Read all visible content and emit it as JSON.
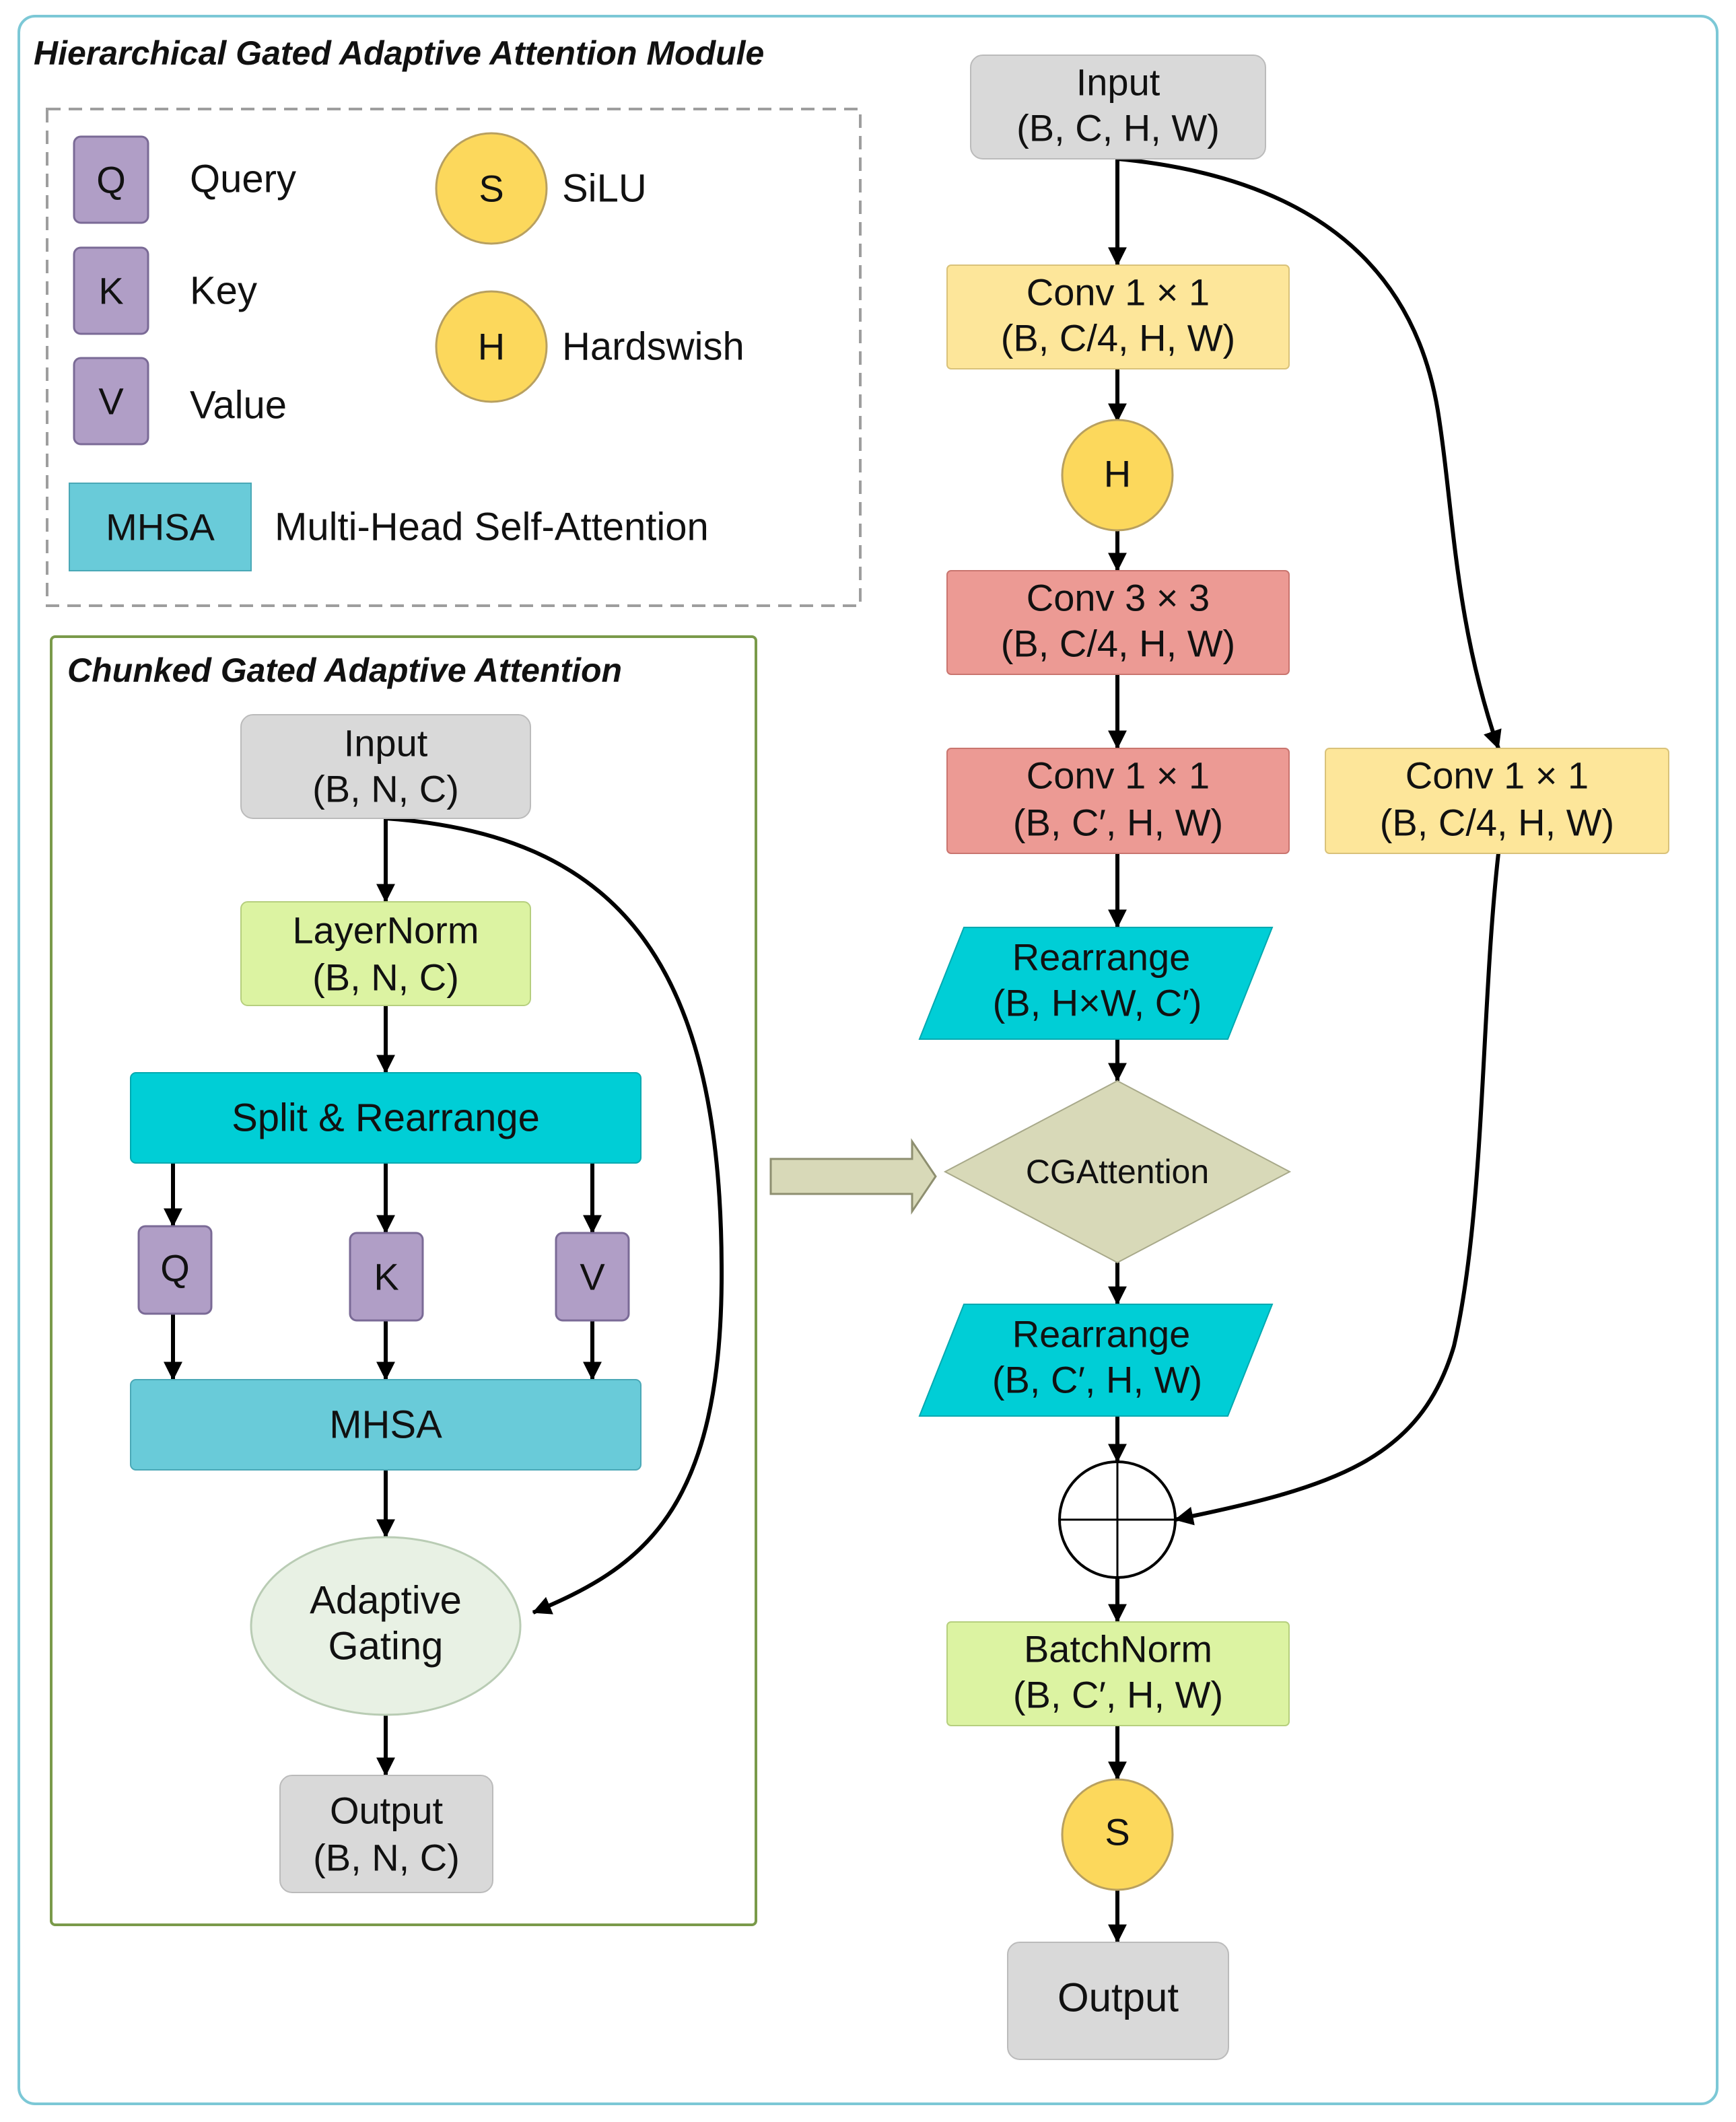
{
  "module_title": "Hierarchical Gated Adaptive Attention Module",
  "legend": {
    "query_symbol": "Q",
    "query_label": "Query",
    "key_symbol": "K",
    "key_label": "Key",
    "value_symbol": "V",
    "value_label": "Value",
    "silu_symbol": "S",
    "silu_label": "SiLU",
    "hardswish_symbol": "H",
    "hardswish_label": "Hardswish",
    "mhsa_symbol": "MHSA",
    "mhsa_label": "Multi-Head Self-Attention"
  },
  "cga": {
    "title": "Chunked Gated Adaptive Attention",
    "input_line1": "Input",
    "input_line2": "(B, N, C)",
    "layernorm_line1": "LayerNorm",
    "layernorm_line2": "(B, N, C)",
    "split": "Split  &  Rearrange",
    "q": "Q",
    "k": "K",
    "v": "V",
    "mhsa": "MHSA",
    "gating_line1": "Adaptive",
    "gating_line2": "Gating",
    "output_line1": "Output",
    "output_line2": "(B, N, C)"
  },
  "main": {
    "input_line1": "Input",
    "input_line2": "(B, C, H, W)",
    "conv1_line1": "Conv 1 × 1",
    "conv1_line2": "(B, C/4, H, W)",
    "h": "H",
    "conv3_line1": "Conv 3 × 3",
    "conv3_line2": "(B, C/4, H, W)",
    "conv1b_line1": "Conv 1 × 1",
    "conv1b_line2": "(B, C′, H, W)",
    "rearrange1_line1": "Rearrange",
    "rearrange1_line2": "(B, H×W, C′)",
    "cgattention": "CGAttention",
    "rearrange2_line1": "Rearrange",
    "rearrange2_line2": "(B, C′, H, W)",
    "batchnorm_line1": "BatchNorm",
    "batchnorm_line2": "(B, C′, H, W)",
    "s": "S",
    "output": "Output",
    "skip_conv_line1": "Conv 1 × 1",
    "skip_conv_line2": "(B, C/4, H, W)"
  },
  "colors": {
    "purple": "#B09EC6",
    "yellow_circle": "#FCD85C",
    "teal_light": "#69CBD9",
    "cyan": "#00CED6",
    "gray": "#D9D9D9",
    "light_green": "#DCF3A2",
    "yellow_box": "#FDE69A",
    "red": "#EC9A94",
    "khaki": "#D8D9B8",
    "gating": "#E8F1E4"
  }
}
